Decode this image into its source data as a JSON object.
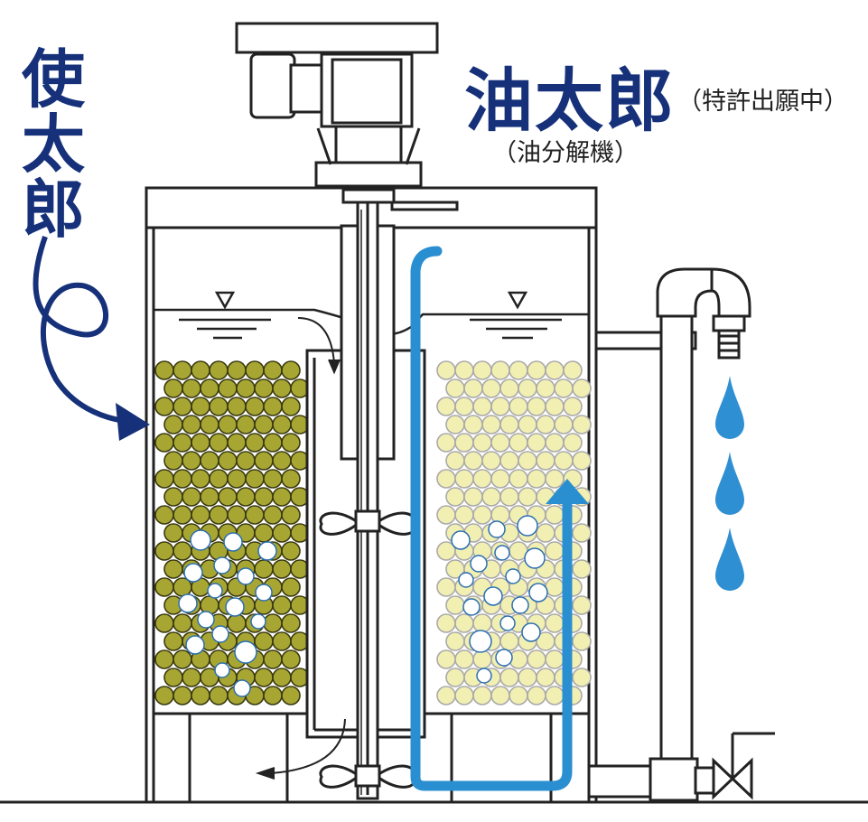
{
  "labels": {
    "product_name_vertical": [
      "使",
      "太",
      "郎"
    ],
    "title": "油太郎",
    "title_note": "（特許出願中）",
    "subtitle": "（油分解機）"
  },
  "colors": {
    "navy_label": "#16317a",
    "flow_blue": "#2a8fd0",
    "water_drop": "#2f8fd3",
    "media_left_fill": "#a8a633",
    "media_left_stroke": "#3a3a10",
    "media_right_fill": "#f2efb3",
    "media_right_stroke": "#a9a9a9",
    "bubble_fill": "#ffffff",
    "bubble_stroke": "#2a6fb0",
    "line": "#222222"
  },
  "icons": {
    "arrow_to_left_chamber": "curved-arrow-icon",
    "water_level_markers": "triangle-down-icon",
    "drops": "water-drop-icon",
    "valve": "gate-valve-icon"
  }
}
